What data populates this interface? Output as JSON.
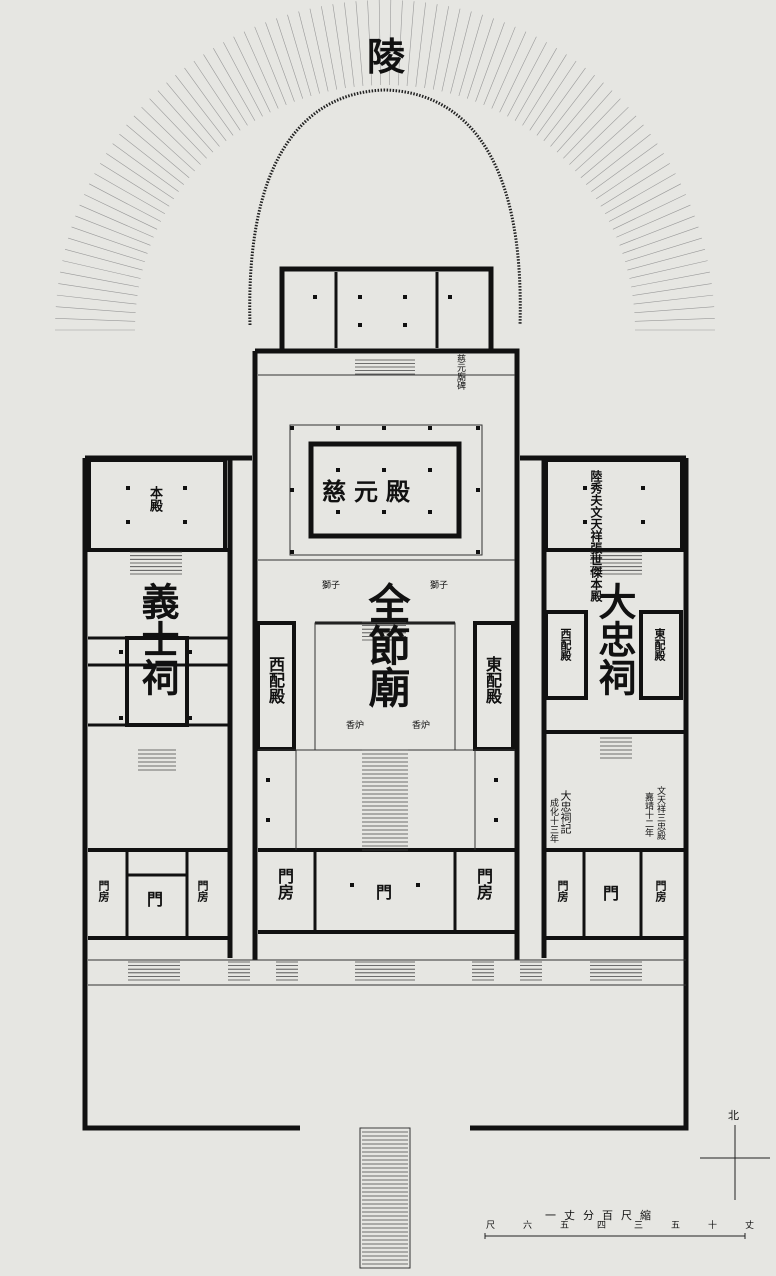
{
  "labels": {
    "mausoleum": "陵",
    "stele": "慈元廟碑",
    "ciyuan_hall": "慈元殿",
    "left_main_hall": "本殿",
    "right_main_hall": "陸秀夫文天祥張世傑本殿",
    "yishi_shrine": "義士祠",
    "quanjie_temple": "全節廟",
    "dazhong_shrine": "大忠祠",
    "west_side_hall_center": "西配殿",
    "east_side_hall_center": "東配殿",
    "west_side_hall_right": "西配殿",
    "east_side_hall_right": "東配殿",
    "lion_left": "獅子",
    "lion_right": "獅子",
    "censer_left": "香炉",
    "censer_right": "香炉",
    "dazhong_record": "大忠祠記",
    "dazhong_record_date": "成化十三年",
    "wen_tianxiang_stele": "文天祥三忠殿",
    "wen_tianxiang_stele_date": "嘉靖十二年",
    "gate": "門",
    "gatehouse": "門房",
    "north": "北",
    "scale_title": "一丈分百尺縮",
    "scale_marks": [
      "丈",
      "十",
      "五",
      "三",
      "四",
      "五",
      "六",
      "尺"
    ]
  }
}
